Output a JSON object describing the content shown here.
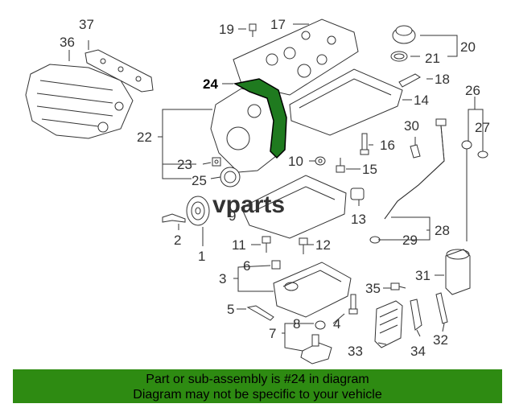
{
  "diagram": {
    "highlight_color": "#1f7a1f",
    "banner_color": "#2e8b12",
    "highlighted_part": "24",
    "watermark": "vparts",
    "callouts": [
      "1",
      "2",
      "3",
      "4",
      "5",
      "6",
      "7",
      "8",
      "9",
      "10",
      "11",
      "12",
      "13",
      "14",
      "15",
      "16",
      "17",
      "18",
      "19",
      "20",
      "21",
      "22",
      "23",
      "24",
      "25",
      "26",
      "27",
      "28",
      "29",
      "30",
      "31",
      "32",
      "33",
      "34",
      "35",
      "36",
      "37"
    ]
  },
  "banner": {
    "line1": "Part or sub-assembly is #24 in diagram",
    "line2": "Diagram may not be specific to your vehicle"
  }
}
